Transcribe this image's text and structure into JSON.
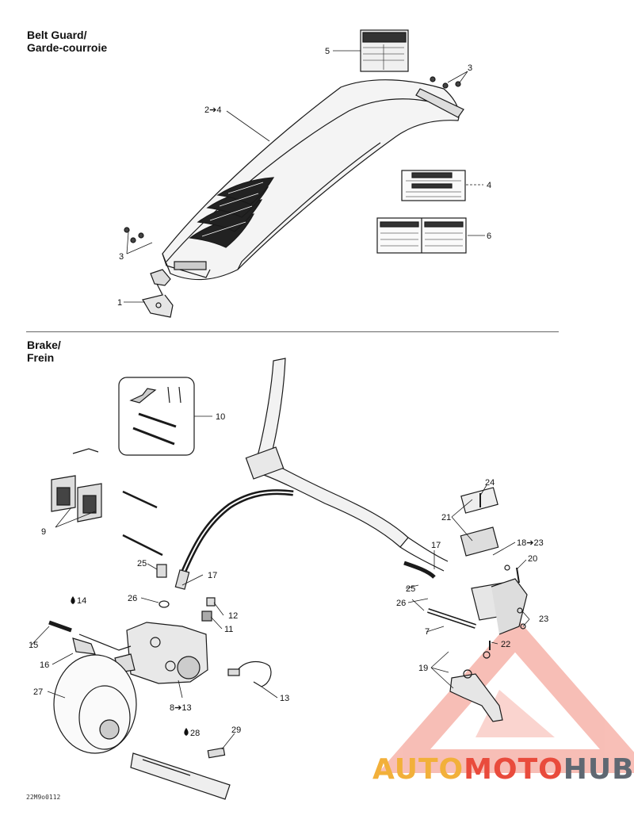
{
  "sections": {
    "belt_guard": {
      "title_en": "Belt Guard/",
      "title_fr": "Garde-courroie"
    },
    "brake": {
      "title_en": "Brake/",
      "title_fr": "Frein"
    }
  },
  "callouts": {
    "bg_5": "5",
    "bg_3a": "3",
    "bg_2_4": "2➔4",
    "bg_4": "4",
    "bg_6": "6",
    "bg_3b": "3",
    "bg_1": "1",
    "br_10": "10",
    "br_24": "24",
    "br_21": "21",
    "br_17a": "17",
    "br_18_23": "18➔23",
    "br_20": "20",
    "br_9": "9",
    "br_25a": "25",
    "br_17b": "17",
    "br_25b": "25",
    "br_26a": "26",
    "br_26b": "26",
    "br_14": "14",
    "br_12": "12",
    "br_11": "11",
    "br_7": "7",
    "br_23": "23",
    "br_22": "22",
    "br_15": "15",
    "br_16": "16",
    "br_19": "19",
    "br_27": "27",
    "br_8_13": "8➔13",
    "br_13": "13",
    "br_28": "28",
    "br_29": "29"
  },
  "figure_code": "22M9o0112",
  "watermark": {
    "part1": "AUTO",
    "part2": "MOTO",
    "part3": "HUB"
  },
  "colors": {
    "line": "#1a1a1a",
    "watermark_red": "#e94b3c",
    "watermark_yellow": "#f2b03a",
    "watermark_gray": "#5f6872"
  }
}
